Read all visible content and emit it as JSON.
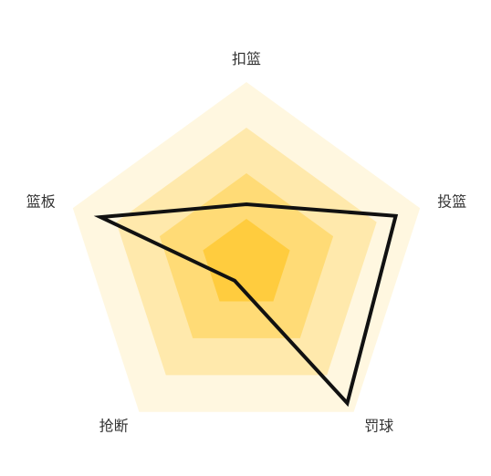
{
  "chart_data": {
    "type": "radar",
    "indicators": [
      {
        "name": "扣篮",
        "max": 100
      },
      {
        "name": "投篮",
        "max": 100
      },
      {
        "name": "罚球",
        "max": 100
      },
      {
        "name": "抢断",
        "max": 100
      },
      {
        "name": "篮板",
        "max": 100
      }
    ],
    "series": [
      {
        "values": [
          33,
          86,
          94,
          11,
          84
        ]
      }
    ],
    "split_levels": 4,
    "split_colors": [
      "#ffcc3e",
      "#ffdb76",
      "#ffe9ac",
      "#fff7e0"
    ],
    "line_color": "#111111"
  }
}
